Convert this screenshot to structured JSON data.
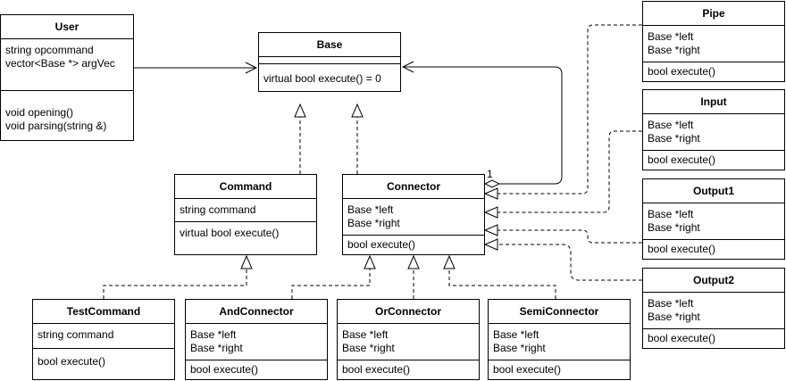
{
  "classes": {
    "user": {
      "name": "User",
      "attrs": [
        "string opcommand",
        "vector<Base *> argVec"
      ],
      "methods": [
        "void opening()",
        "void parsing(string &)"
      ]
    },
    "base": {
      "name": "Base",
      "attrs": [],
      "methods": [
        "virtual bool execute() = 0"
      ]
    },
    "command": {
      "name": "Command",
      "attrs": [
        "string command"
      ],
      "methods": [
        "virtual bool execute()"
      ]
    },
    "connector": {
      "name": "Connector",
      "attrs": [
        "Base *left",
        "Base *right"
      ],
      "methods": [
        "bool execute()"
      ]
    },
    "pipe": {
      "name": "Pipe",
      "attrs": [
        "Base *left",
        "Base *right"
      ],
      "methods": [
        "bool execute()"
      ]
    },
    "input": {
      "name": "Input",
      "attrs": [
        "Base *left",
        "Base *right"
      ],
      "methods": [
        "bool execute()"
      ]
    },
    "output1": {
      "name": "Output1",
      "attrs": [
        "Base *left",
        "Base *right"
      ],
      "methods": [
        "bool execute()"
      ]
    },
    "output2": {
      "name": "Output2",
      "attrs": [
        "Base *left",
        "Base *right"
      ],
      "methods": [
        "bool execute()"
      ]
    },
    "testcommand": {
      "name": "TestCommand",
      "attrs": [
        "string command"
      ],
      "methods": [
        "bool execute()"
      ]
    },
    "andconnector": {
      "name": "AndConnector",
      "attrs": [
        "Base *left",
        "Base *right"
      ],
      "methods": [
        "bool execute()"
      ]
    },
    "orconnector": {
      "name": "OrConnector",
      "attrs": [
        "Base *left",
        "Base *right"
      ],
      "methods": [
        "bool execute()"
      ]
    },
    "semiconnector": {
      "name": "SemiConnector",
      "attrs": [
        "Base *left",
        "Base *right"
      ],
      "methods": [
        "bool execute()"
      ]
    }
  },
  "relations": {
    "aggregation_multiplicity": "1"
  }
}
